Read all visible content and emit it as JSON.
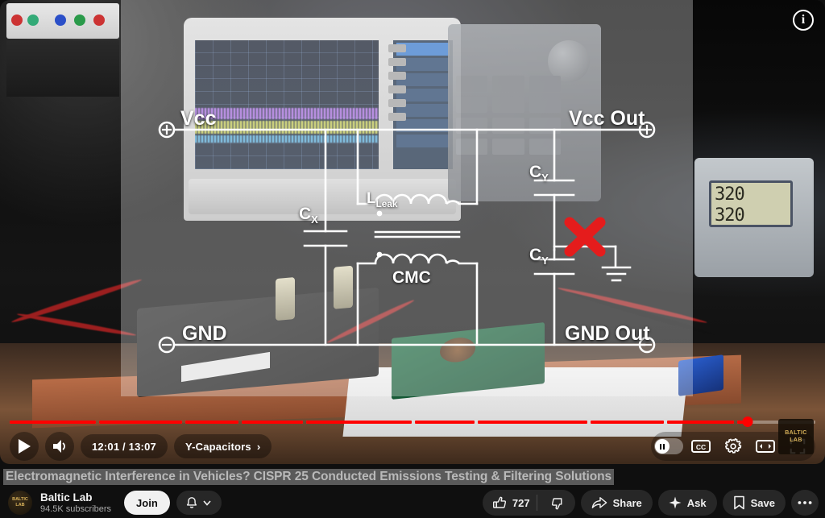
{
  "player": {
    "info_icon": "info-icon",
    "current_time": "12:01",
    "total_time": "13:07",
    "time_display": "12:01 / 13:07",
    "chapter_label": "Y-Capacitors",
    "chapter_chevron": "›",
    "play_icon": "play-icon",
    "volume_icon": "volume-icon",
    "autoplay_icon": "autoplay-pause-icon",
    "captions_icon": "closed-captions-icon",
    "settings_icon": "gear-icon",
    "miniplayer_icon": "miniplayer-icon",
    "fullscreen_icon": "fullscreen-icon",
    "watermark_line1": "BALTIC",
    "watermark_line2": "LAB",
    "progress_percent": 91.6,
    "chapters": [
      {
        "start_pct": 0.0,
        "width_pct": 10.7
      },
      {
        "start_pct": 11.1,
        "width_pct": 10.3
      },
      {
        "start_pct": 21.8,
        "width_pct": 6.6
      },
      {
        "start_pct": 28.8,
        "width_pct": 7.6
      },
      {
        "start_pct": 36.8,
        "width_pct": 13.1
      },
      {
        "start_pct": 50.3,
        "width_pct": 7.4
      },
      {
        "start_pct": 58.1,
        "width_pct": 13.6
      },
      {
        "start_pct": 72.1,
        "width_pct": 9.1
      },
      {
        "start_pct": 81.6,
        "width_pct": 8.3
      },
      {
        "start_pct": 90.3,
        "width_pct": 9.7
      }
    ]
  },
  "schematic": {
    "labels": {
      "vcc": "Vcc",
      "vcc_out": "Vcc Out",
      "gnd": "GND",
      "gnd_out": "GND Out",
      "cx": "C",
      "cx_sub": "X",
      "cy1": "C",
      "cy1_sub": "Y",
      "cy2": "C",
      "cy2_sub": "Y",
      "lleak": "L",
      "lleak_sub": "Leak",
      "cmc": "CMC"
    },
    "annotation": "red-x-mark",
    "accent_red": "#e51c1c",
    "line_color": "#ffffff"
  },
  "video": {
    "title": "Electromagnetic Interference in Vehicles? CISPR 25 Conducted Emissions Testing & Filtering Solutions",
    "solder_temp_line1": "320",
    "solder_temp_line2": "320"
  },
  "channel": {
    "name": "Baltic Lab",
    "subscribers": "94.5K subscribers",
    "avatar_line1": "BALTIC",
    "avatar_line2": "LAB",
    "join_label": "Join",
    "bell_icon": "bell-icon",
    "bell_chevron_icon": "chevron-down-icon"
  },
  "actions": {
    "like_count": "727",
    "like_icon": "thumbs-up-icon",
    "dislike_icon": "thumbs-down-icon",
    "share_label": "Share",
    "share_icon": "share-arrow-icon",
    "ask_label": "Ask",
    "ask_icon": "sparkle-icon",
    "save_label": "Save",
    "save_icon": "bookmark-icon",
    "more_icon": "more-horizontal-icon"
  },
  "colors": {
    "page_bg": "#0f0f0f",
    "progress_red": "#ff0000",
    "chip_bg": "#272727",
    "text_primary": "#f1f1f1",
    "text_secondary": "#aaaaaa"
  }
}
